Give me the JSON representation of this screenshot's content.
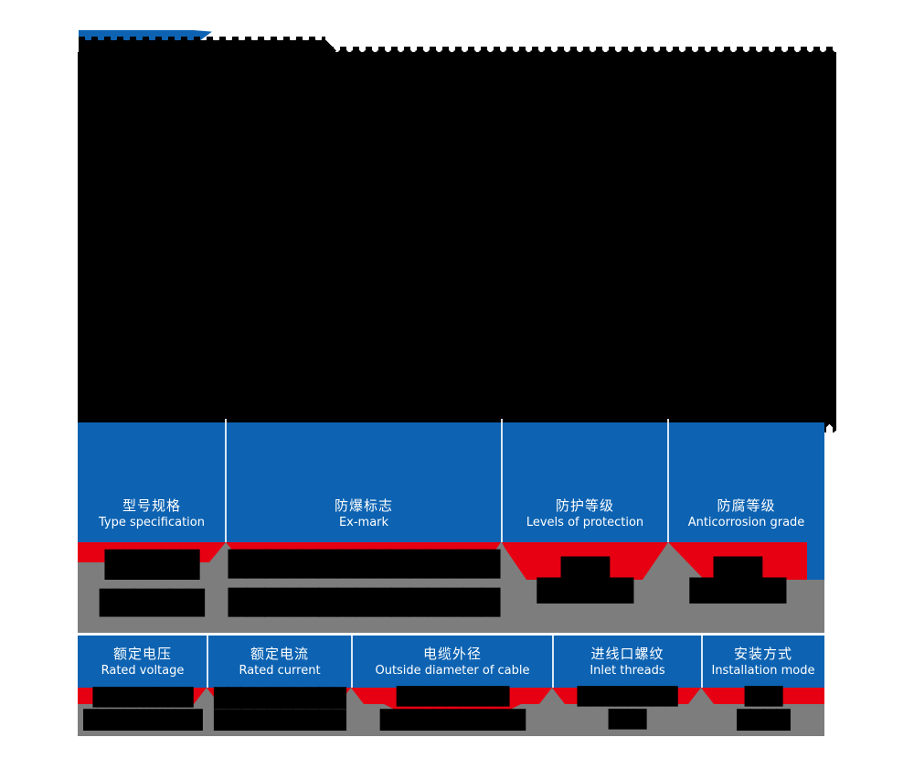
{
  "colors": {
    "accent_blue": "#0d63b2",
    "ribbon_red": "#e60012",
    "body_gray": "#7d7d7d",
    "ink_black": "#000000",
    "header_text": "#ffffff"
  },
  "banner": {
    "title_masked": "████████████"
  },
  "body_text": {
    "masked": "illegible solid black text block"
  },
  "table1": {
    "headers": [
      {
        "cn": "型号规格",
        "en": "Type specification"
      },
      {
        "cn": "防爆标志",
        "en": "Ex-mark"
      },
      {
        "cn": "防护等级",
        "en": "Levels of protection"
      },
      {
        "cn": "防腐等级",
        "en": "Anticorrosion grade"
      }
    ],
    "values": {
      "type_rows": [
        "█████",
        "██████"
      ],
      "exmark_rows": [
        "███████████████",
        "███████████████"
      ],
      "protection_lines": [
        "███",
        "██████"
      ],
      "anticorrosion_lines": [
        "███",
        "██████"
      ]
    }
  },
  "table2": {
    "headers": [
      {
        "cn": "额定电压",
        "en": "Rated voltage"
      },
      {
        "cn": "额定电流",
        "en": "Rated current"
      },
      {
        "cn": "电缆外径",
        "en": "Outside diameter of cable"
      },
      {
        "cn": "进线口螺纹",
        "en": "Inlet threads"
      },
      {
        "cn": "安装方式",
        "en": "Installation mode"
      }
    ],
    "values": {
      "voltage_rows": [
        "████████",
        "█████████"
      ],
      "current_rows": [
        "██████████",
        "██████████"
      ],
      "cable_rows": [
        "█████████",
        "███████████"
      ],
      "thread_rows": [
        "████████",
        "███"
      ],
      "install_rows": [
        "███",
        "████"
      ]
    }
  }
}
